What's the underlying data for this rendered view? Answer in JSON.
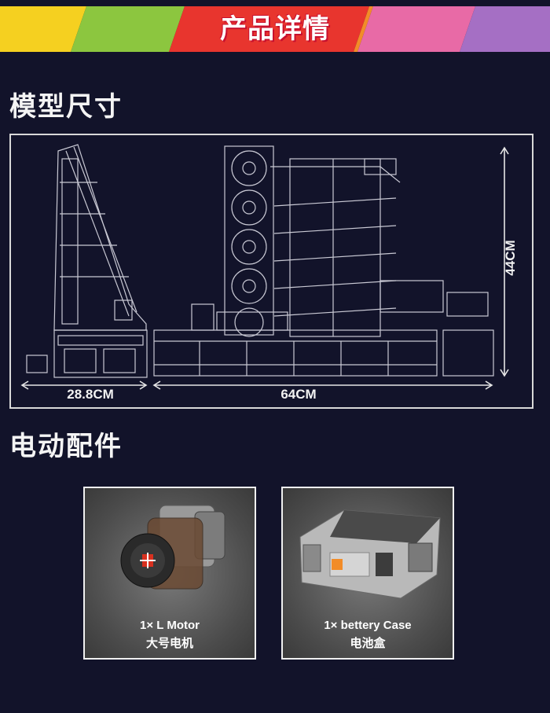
{
  "banner": {
    "title": "产品详情",
    "colors": [
      "#f5d020",
      "#8cc63f",
      "#e8352e",
      "#f28c28",
      "#e86aa6",
      "#a56fc4"
    ]
  },
  "dimensions": {
    "section_title": "模型尺寸",
    "width_left": "28.8CM",
    "width_right": "64CM",
    "height": "44CM"
  },
  "parts": {
    "section_title": "电动配件",
    "items": [
      {
        "label_en": "1× L Motor",
        "label_cn": "大号电机",
        "icon": "motor-icon"
      },
      {
        "label_en": "1× bettery Case",
        "label_cn": "电池盒",
        "icon": "battery-case-icon"
      }
    ]
  }
}
